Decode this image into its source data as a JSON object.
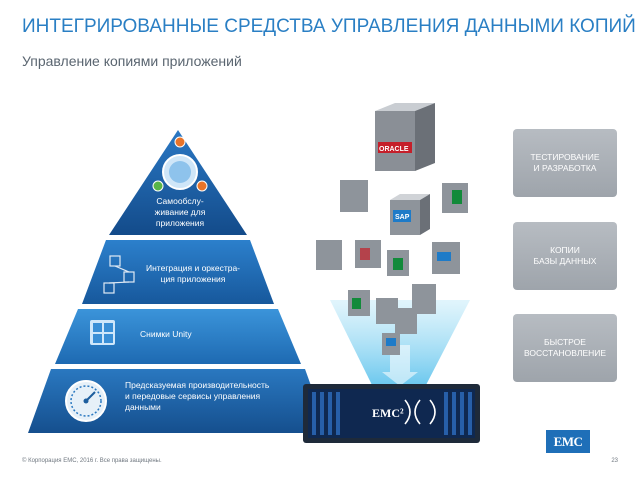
{
  "header": {
    "title": "ИНТЕГРИРОВАННЫЕ СРЕДСТВА УПРАВЛЕНИЯ ДАННЫМИ КОПИЙ",
    "subtitle": "Управление копиями приложений"
  },
  "pyramid": {
    "tier1": {
      "line1": "Самообслу-",
      "line2": "живание для",
      "line3": "приложения"
    },
    "tier2": {
      "line1": "Интеграция и оркестра-",
      "line2": "ция приложения"
    },
    "tier3": {
      "line1": "Снимки Unity"
    },
    "tier4": {
      "line1": "Предсказуемая производительность",
      "line2": "и передовые сервисы управления",
      "line3": "данными"
    }
  },
  "side_buttons": {
    "testing": {
      "line1": "ТЕСТИРОВАНИЕ",
      "line2": "И РАЗРАБОТКА"
    },
    "db_copies": {
      "line1": "КОПИИ",
      "line2": "БАЗЫ ДАННЫХ"
    },
    "fast_restore": {
      "line1": "БЫСТРОЕ",
      "line2": "ВОССТАНОВЛЕНИЕ"
    }
  },
  "storage": {
    "label": "EMC²"
  },
  "cube_labels": {
    "oracle": "ORACLE",
    "sap": "SAP"
  },
  "footer": {
    "copyright": "© Корпорация EMC, 2016 г. Все права защищены.",
    "page": "23"
  },
  "logo": {
    "text": "EMC"
  },
  "colors": {
    "title": "#2a7fc4",
    "tier1": "#1a5aa0",
    "tier2": "#1e6ab4",
    "tier3": "#2c84cc",
    "tier4": "#1d5e9e",
    "beam": "#7ed3f0",
    "button": "#a9aeb4"
  },
  "icons": [
    "cloud-user-icon",
    "workflow-icon",
    "windows-snapshot-icon",
    "gauge-icon",
    "oracle-cube-icon",
    "sap-cube-icon",
    "storage-array-icon"
  ]
}
